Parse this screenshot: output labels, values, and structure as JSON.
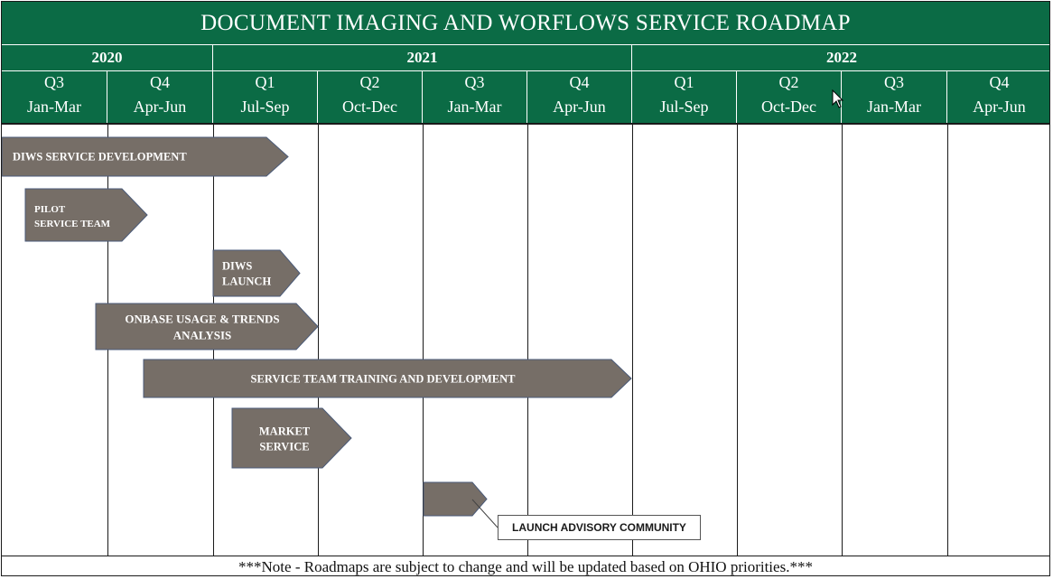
{
  "title": "DOCUMENT IMAGING AND WORFLOWS SERVICE ROADMAP",
  "years": [
    "2020",
    "2021",
    "2022"
  ],
  "quarters": [
    {
      "q": "Q3",
      "months": "Jan-Mar"
    },
    {
      "q": "Q4",
      "months": "Apr-Jun"
    },
    {
      "q": "Q1",
      "months": "Jul-Sep"
    },
    {
      "q": "Q2",
      "months": "Oct-Dec"
    },
    {
      "q": "Q3",
      "months": "Jan-Mar"
    },
    {
      "q": "Q4",
      "months": "Apr-Jun"
    },
    {
      "q": "Q1",
      "months": "Jul-Sep"
    },
    {
      "q": "Q2",
      "months": "Oct-Dec"
    },
    {
      "q": "Q3",
      "months": "Jan-Mar"
    },
    {
      "q": "Q4",
      "months": "Apr-Jun"
    }
  ],
  "tasks": [
    {
      "label": [
        "DIWS  SERVICE DEVELOPMENT"
      ]
    },
    {
      "label": [
        "PILOT",
        "SERVICE TEAM"
      ]
    },
    {
      "label": [
        "DIWS",
        "LAUNCH"
      ]
    },
    {
      "label": [
        "ONBASE USAGE & TRENDS",
        "ANALYSIS"
      ]
    },
    {
      "label": [
        "SERVICE TEAM TRAINING AND DEVELOPMENT"
      ]
    },
    {
      "label": [
        "MARKET",
        "SERVICE"
      ]
    },
    {
      "label": []
    }
  ],
  "callout": "LAUNCH ADVISORY COMMUNITY",
  "note": "***Note - Roadmaps are subject to change and will be updated based on OHIO priorities.***",
  "colors": {
    "header": "#0b6b45",
    "bar": "#766e67",
    "bar_border": "#4a5a78"
  }
}
